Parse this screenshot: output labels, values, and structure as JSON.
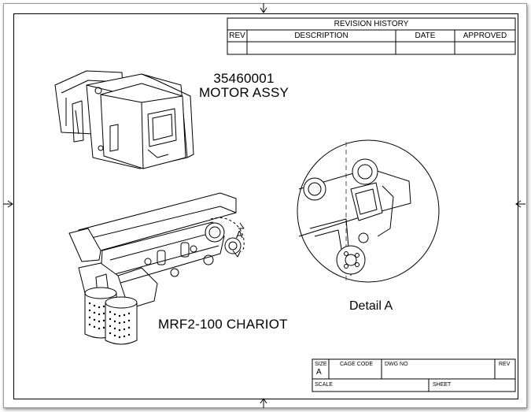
{
  "revision_block": {
    "title": "REVISION HISTORY",
    "columns": [
      "REV",
      "DESCRIPTION",
      "DATE",
      "APPROVED"
    ]
  },
  "labels": {
    "motor_part_number": "35460001",
    "motor_name": "MOTOR ASSY",
    "chariot_name": "MRF2-100 CHARIOT",
    "detail_callout": "A",
    "detail_view": "Detail A"
  },
  "title_block": {
    "size_label": "SIZE",
    "size_value": "A",
    "cage_code_label": "CAGE CODE",
    "dwg_no_label": "DWG NO",
    "rev_label": "REV",
    "scale_label": "SCALE",
    "sheet_label": "SHEET"
  }
}
